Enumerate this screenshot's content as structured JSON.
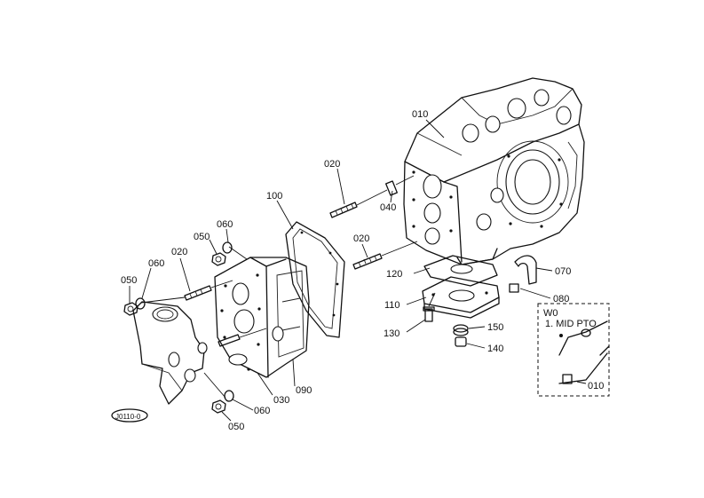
{
  "diagram": {
    "callouts": {
      "c010_main": "010",
      "c020_top": "020",
      "c100": "100",
      "c040": "040",
      "c060_top": "060",
      "c050_top": "050",
      "c020_mid": "020",
      "c020_left": "020",
      "c060_left": "060",
      "c050_left": "050",
      "c120": "120",
      "c070": "070",
      "c080": "080",
      "c110": "110",
      "c130": "130",
      "c150": "150",
      "c140": "140",
      "c030": "030",
      "c090": "090",
      "c060_bottom": "060",
      "c050_bottom": "050"
    },
    "inset": {
      "line1": "W0",
      "line2": "1. MID PTO",
      "part_label": "010"
    },
    "drawing_code": "J0110-0"
  }
}
